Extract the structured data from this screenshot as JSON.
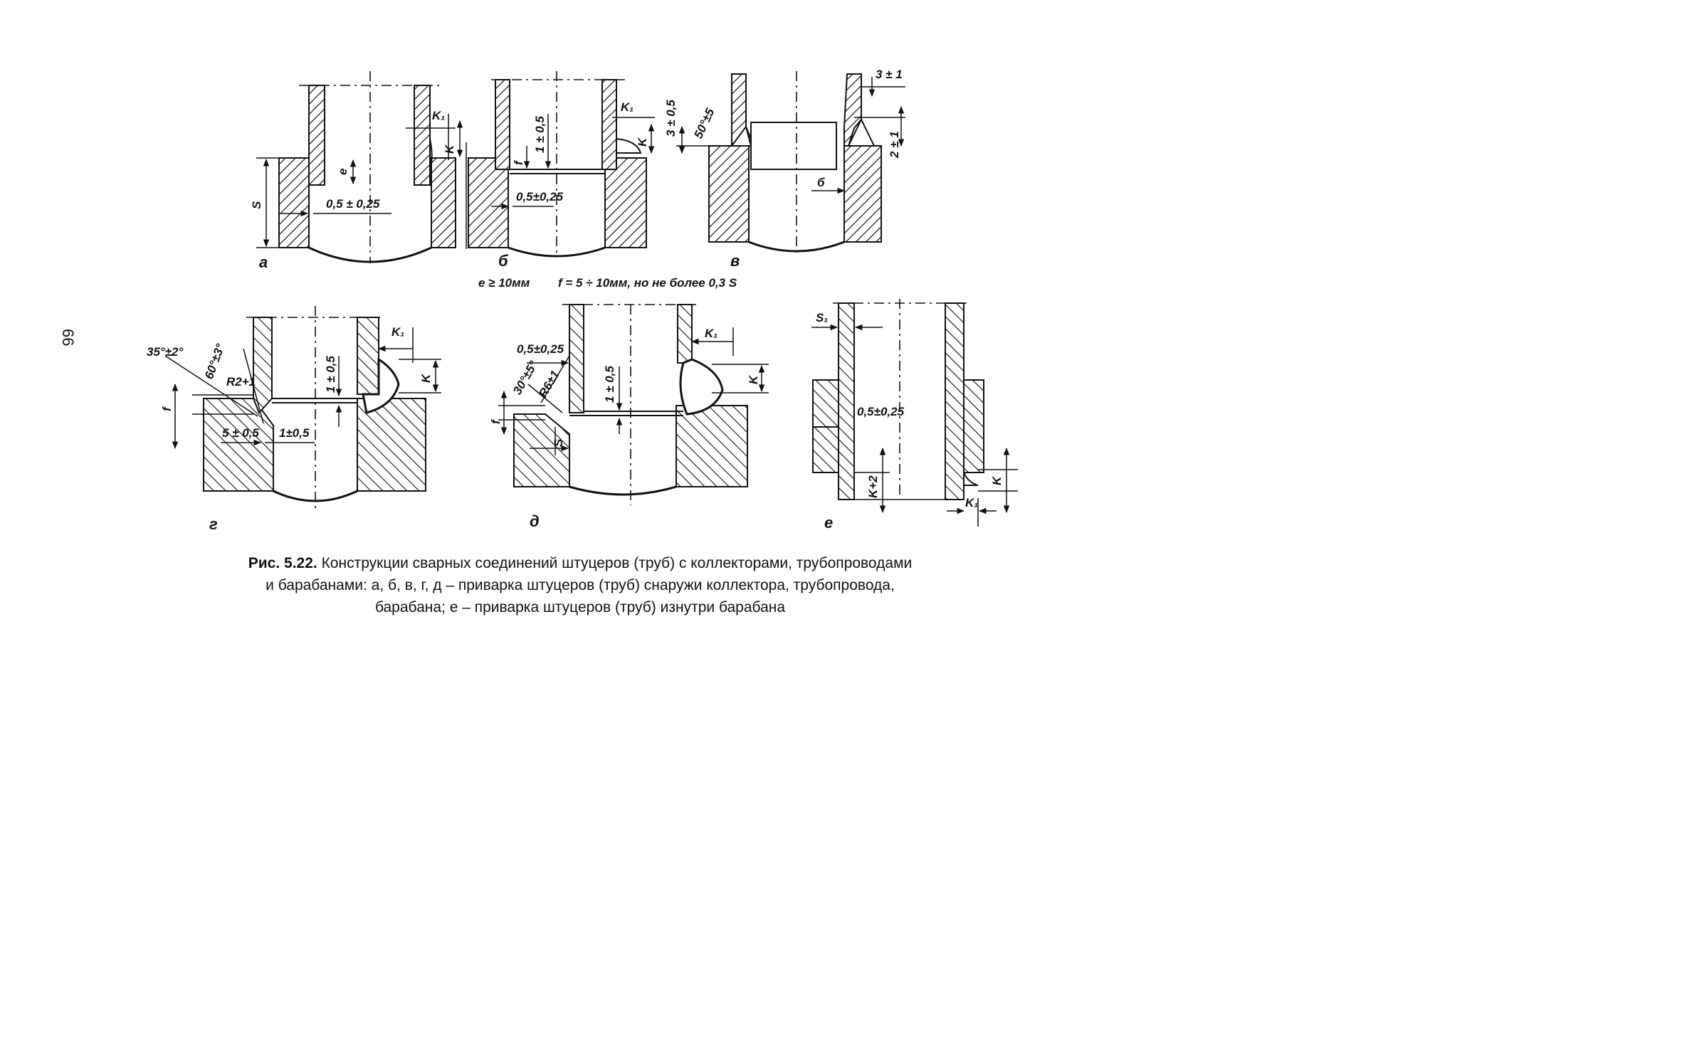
{
  "page_number": "66",
  "figure": {
    "number": "Рис. 5.22.",
    "caption_line1": "Конструкции сварных соединений штуцеров (труб) с коллекторами, трубопроводами",
    "caption_line2": "и барабанами: а, б, в, г, д – приварка штуцеров (труб) снаружи коллектора, трубопровода,",
    "caption_line3": "барабана; е – приварка штуцеров (труб) изнутри барабана"
  },
  "notes": {
    "e_rule": "e ≥ 10мм",
    "f_rule": "f = 5 ÷ 10мм, но не более 0,3 S"
  },
  "views": {
    "a": {
      "letter": "а",
      "K1": "K₁",
      "K": "K",
      "e": "e",
      "S": "S",
      "gap": "0,5 ± 0,25"
    },
    "b": {
      "letter": "б",
      "K1": "K₁",
      "K": "K",
      "f": "f",
      "gap_v": "1 ± 0,5",
      "gap": "0,5±0,25"
    },
    "v": {
      "letter": "в",
      "top": "3 ± 1",
      "depth": "3 ± 0,5",
      "angle": "50°±5",
      "side": "2 ± 1",
      "b": "б"
    },
    "g": {
      "letter": "г",
      "angle1": "35°±2°",
      "angle2": "60°±3°",
      "radius": "R2+1",
      "f": "f",
      "gap_v": "1 ± 0,5",
      "land": "5 ± 0,5",
      "gap_h": "1±0,5",
      "K1": "K₁",
      "K": "K"
    },
    "d": {
      "letter": "д",
      "gap": "0,5±0,25",
      "angle": "30°±5°",
      "radius": "R6±1",
      "f": "f",
      "gap_v": "1 ± 0,5",
      "S": "S",
      "K1": "K₁",
      "K": "K"
    },
    "e": {
      "letter": "е",
      "S1": "S₁",
      "gap": "0,5±0,25",
      "K2": "K+2",
      "K": "K",
      "K1": "K₁"
    }
  }
}
